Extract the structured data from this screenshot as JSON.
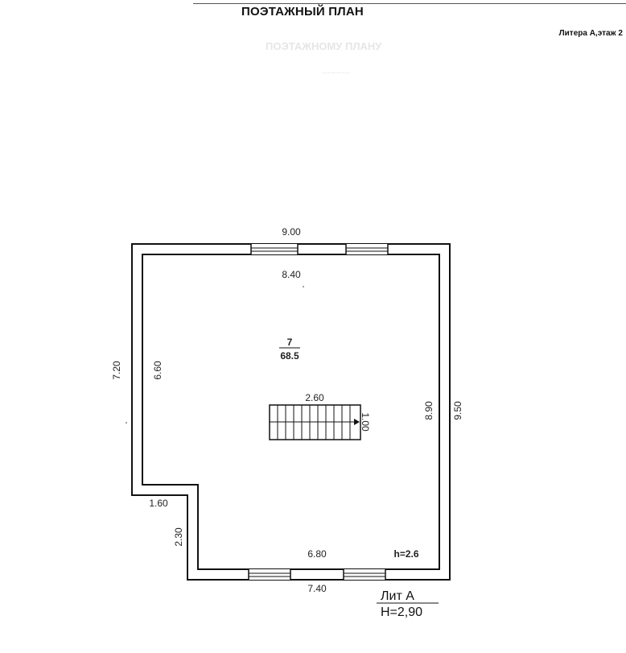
{
  "header": {
    "title": "ПОЭТАЖНЫЙ ПЛАН",
    "subtitle": "Литера А,этаж 2"
  },
  "plan": {
    "dimensions": {
      "outer_top": "9.00",
      "inner_top": "8.40",
      "outer_left": "7.20",
      "inner_left": "6.60",
      "inner_right": "8.90",
      "outer_right": "9.50",
      "notch_width": "1.60",
      "notch_height": "2.30",
      "inner_bottom": "6.80",
      "outer_bottom": "7.40",
      "stair_width": "2.60",
      "stair_depth": "1.00"
    },
    "room": {
      "number": "7",
      "area": "68.5"
    },
    "ceiling_height": "h=2.6",
    "litera": {
      "name": "Лит А",
      "height": "Н=2,90"
    }
  }
}
